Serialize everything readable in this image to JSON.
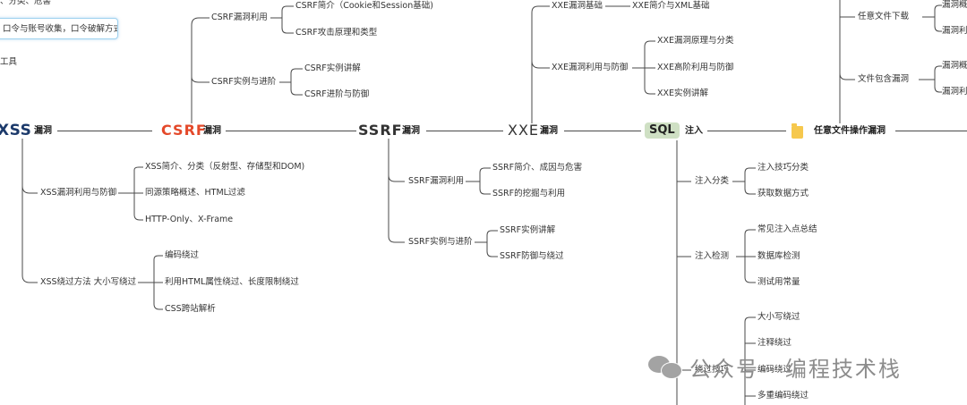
{
  "main": {
    "xss_logo": "XSS",
    "xss_suffix": "漏洞",
    "csrf_logo": "CSRF",
    "csrf_suffix": "漏洞",
    "ssrf_logo": "SSRF",
    "ssrf_suffix": "漏洞",
    "xxe_logo": "XXE",
    "xxe_suffix": "漏洞",
    "sql_logo": "SQL",
    "sql_suffix": "注入",
    "file_label": "任意文件操作漏洞"
  },
  "top_left": {
    "partial_line": "、分类、危害",
    "note": "口令与账号收集，口令破解方式",
    "tools": "工具"
  },
  "csrf": {
    "branch1": "CSRF漏洞利用",
    "branch1_items": [
      "CSRF简介（Cookie和Session基础)",
      "CSRF攻击原理和类型"
    ],
    "branch2": "CSRF实例与进阶",
    "branch2_items": [
      "CSRF实例讲解",
      "CSRF进阶与防御"
    ]
  },
  "xss": {
    "branch1": "XSS漏洞利用与防御",
    "branch1_items": [
      "XSS简介、分类（反射型、存储型和DOM)",
      "同源策略概述、HTML过滤",
      "HTTP-Only、X-Frame"
    ],
    "branch2": "XSS绕过方法 大小写绕过",
    "branch2_items": [
      "编码绕过",
      "利用HTML属性绕过、长度限制绕过",
      "CSS跨站解析"
    ]
  },
  "xxe": {
    "branch1": "XXE漏洞基础",
    "branch1_items": [
      "XXE简介与XML基础"
    ],
    "branch2": "XXE漏洞利用与防御",
    "branch2_items": [
      "XXE漏洞原理与分类",
      "XXE高阶利用与防御",
      "XXE实例讲解"
    ]
  },
  "ssrf": {
    "branch1": "SSRF漏洞利用",
    "branch1_items": [
      "SSRF简介、成因与危害",
      "SSRF的挖掘与利用"
    ],
    "branch2": "SSRF实例与进阶",
    "branch2_items": [
      "SSRF实例讲解",
      "SSRF防御与绕过"
    ]
  },
  "sql": {
    "branch1": "注入分类",
    "branch1_items": [
      "注入技巧分类",
      "获取数据方式"
    ],
    "branch2": "注入检测",
    "branch2_items": [
      "常见注入点总结",
      "数据库检测",
      "测试用常量"
    ],
    "branch3": "绕过技巧",
    "branch3_items": [
      "大小写绕过",
      "注释绕过",
      "编码绕过",
      "多重编码绕过"
    ]
  },
  "file": {
    "branch1": "任意文件下载",
    "branch1_items": [
      "漏洞概",
      "漏洞利"
    ],
    "branch2": "文件包含漏洞",
    "branch2_items": [
      "漏洞概",
      "漏洞利"
    ]
  },
  "watermark": "公众号 · 编程技术栈",
  "colors": {
    "line": "#4a4a4a",
    "csrf_accent": "#e4492a",
    "xss_accent": "#1c3a6b",
    "sql_badge": "#cfe0c4",
    "folder": "#f6c84d",
    "note_border": "#9fd2ef",
    "watermark": "#8c8c8c"
  },
  "icons": {
    "folder": "folder-icon",
    "watermark": "wechat-icon"
  }
}
